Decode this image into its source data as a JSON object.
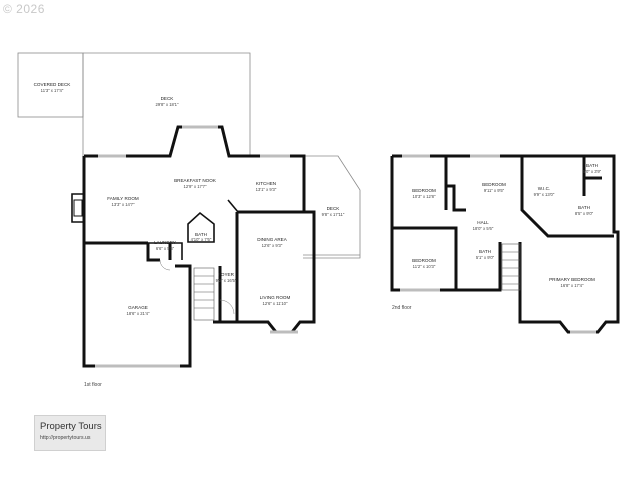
{
  "watermark": {
    "text": "© 2026"
  },
  "first_floor": {
    "label": "1st floor",
    "rooms": [
      {
        "id": "covered-deck",
        "name": "COVERED DECK",
        "dims": "11'3\" x 17'4\""
      },
      {
        "id": "deck-main",
        "name": "DECK",
        "dims": "29'8\" x 18'1\""
      },
      {
        "id": "breakfast-nook",
        "name": "BREAKFAST NOOK",
        "dims": "12'9\" x 17'7\""
      },
      {
        "id": "family-room",
        "name": "FAMILY ROOM",
        "dims": "13'3\" x 14'7\""
      },
      {
        "id": "kitchen",
        "name": "KITCHEN",
        "dims": "13'1\" x 9'3\""
      },
      {
        "id": "deck-side",
        "name": "DECK",
        "dims": "9'8\" x 17'11\""
      },
      {
        "id": "bath-1f",
        "name": "BATH",
        "dims": "4'10\" x 7'6\""
      },
      {
        "id": "laundry",
        "name": "LAUNDRY",
        "dims": "6'6\" x 5'5\""
      },
      {
        "id": "dining-area",
        "name": "DINING AREA",
        "dims": "12'6\" x 9'3\""
      },
      {
        "id": "foyer",
        "name": "FOYER",
        "dims": "9'2\" x 16'5\""
      },
      {
        "id": "living-room",
        "name": "LIVING ROOM",
        "dims": "12'6\" x 11'10\""
      },
      {
        "id": "garage",
        "name": "GARAGE",
        "dims": "18'6\" x 21'4\""
      }
    ]
  },
  "second_floor": {
    "label": "2nd floor",
    "rooms": [
      {
        "id": "bedroom-a",
        "name": "BEDROOM",
        "dims": "10'3\" x 12'8\""
      },
      {
        "id": "bedroom-b",
        "name": "BEDROOM",
        "dims": "9'11\" x 9'5\""
      },
      {
        "id": "wic",
        "name": "W.I.C.",
        "dims": "9'9\" x 13'0\""
      },
      {
        "id": "bath-small",
        "name": "BATH",
        "dims": "5'0\" x 3'9\""
      },
      {
        "id": "bath-primary",
        "name": "BATH",
        "dims": "8'5\" x 9'0\""
      },
      {
        "id": "hall",
        "name": "HALL",
        "dims": "18'0\" x 5'6\""
      },
      {
        "id": "bedroom-c",
        "name": "BEDROOM",
        "dims": "11'2\" x 10'3\""
      },
      {
        "id": "bath-hall",
        "name": "BATH",
        "dims": "5'1\" x 9'0\""
      },
      {
        "id": "primary-bedroom",
        "name": "PRIMARY BEDROOM",
        "dims": "16'8\" x 17'4\""
      }
    ]
  },
  "logo": {
    "title": "Property Tours",
    "url": "http://propertytours.us"
  },
  "colors": {
    "wall": "#111111",
    "deck_outline": "#8a8a8a",
    "window": "#bdbdbd",
    "logo_bg": "#e9e9e9"
  }
}
